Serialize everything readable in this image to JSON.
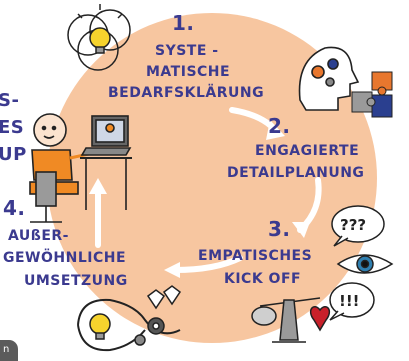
{
  "steps": [
    {
      "number": "1.",
      "lines": [
        "SYSTE -",
        "MATISCHE",
        "BEDARFSKLÄRUNG"
      ]
    },
    {
      "number": "2.",
      "lines": [
        "ENGAGIERTE",
        "DETAILPLANUNG"
      ]
    },
    {
      "number": "3.",
      "lines": [
        "EMPATISCHES",
        "KICK OFF"
      ]
    },
    {
      "number": "4.",
      "lines": [
        "AUßER-",
        "GEWÖHNLICHE",
        "UMSETZUNG"
      ]
    }
  ],
  "left_fragment": [
    "S-",
    "ES",
    "UP"
  ],
  "bubbles": {
    "question": "???",
    "exclaim": "!!!"
  },
  "corner_badge": "n",
  "colors": {
    "text": "#3b3a8f",
    "circle": "#f7c6a0",
    "shirt": "#f08a24",
    "bulb": "#f6d32d",
    "heart": "#c8202a",
    "eye": "#2f7fb0",
    "puzzle_orange": "#e8772e",
    "puzzle_blue": "#2a3f8f"
  },
  "icons": [
    "bulb-venn-icon",
    "head-gears-icon",
    "puzzle-icon",
    "person-laptop-icon",
    "question-bubble-icon",
    "eye-icon",
    "exclaim-bubble-icon",
    "scale-heart-icon",
    "idea-loop-icon"
  ]
}
